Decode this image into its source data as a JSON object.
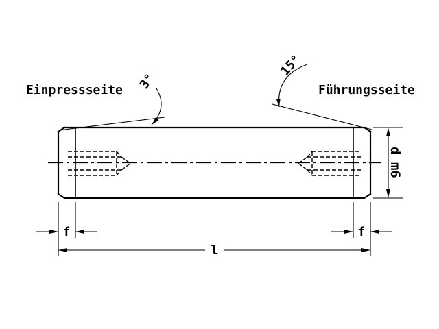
{
  "drawing": {
    "colors": {
      "line": "#000000",
      "background": "#ffffff"
    },
    "labels": {
      "press_side": "Einpressseite",
      "guide_side": "Führungsseite",
      "press_angle": "3°",
      "guide_angle": "15°",
      "chamfer_left": "f",
      "chamfer_right": "f",
      "length": "l",
      "diameter": "d m6"
    }
  }
}
